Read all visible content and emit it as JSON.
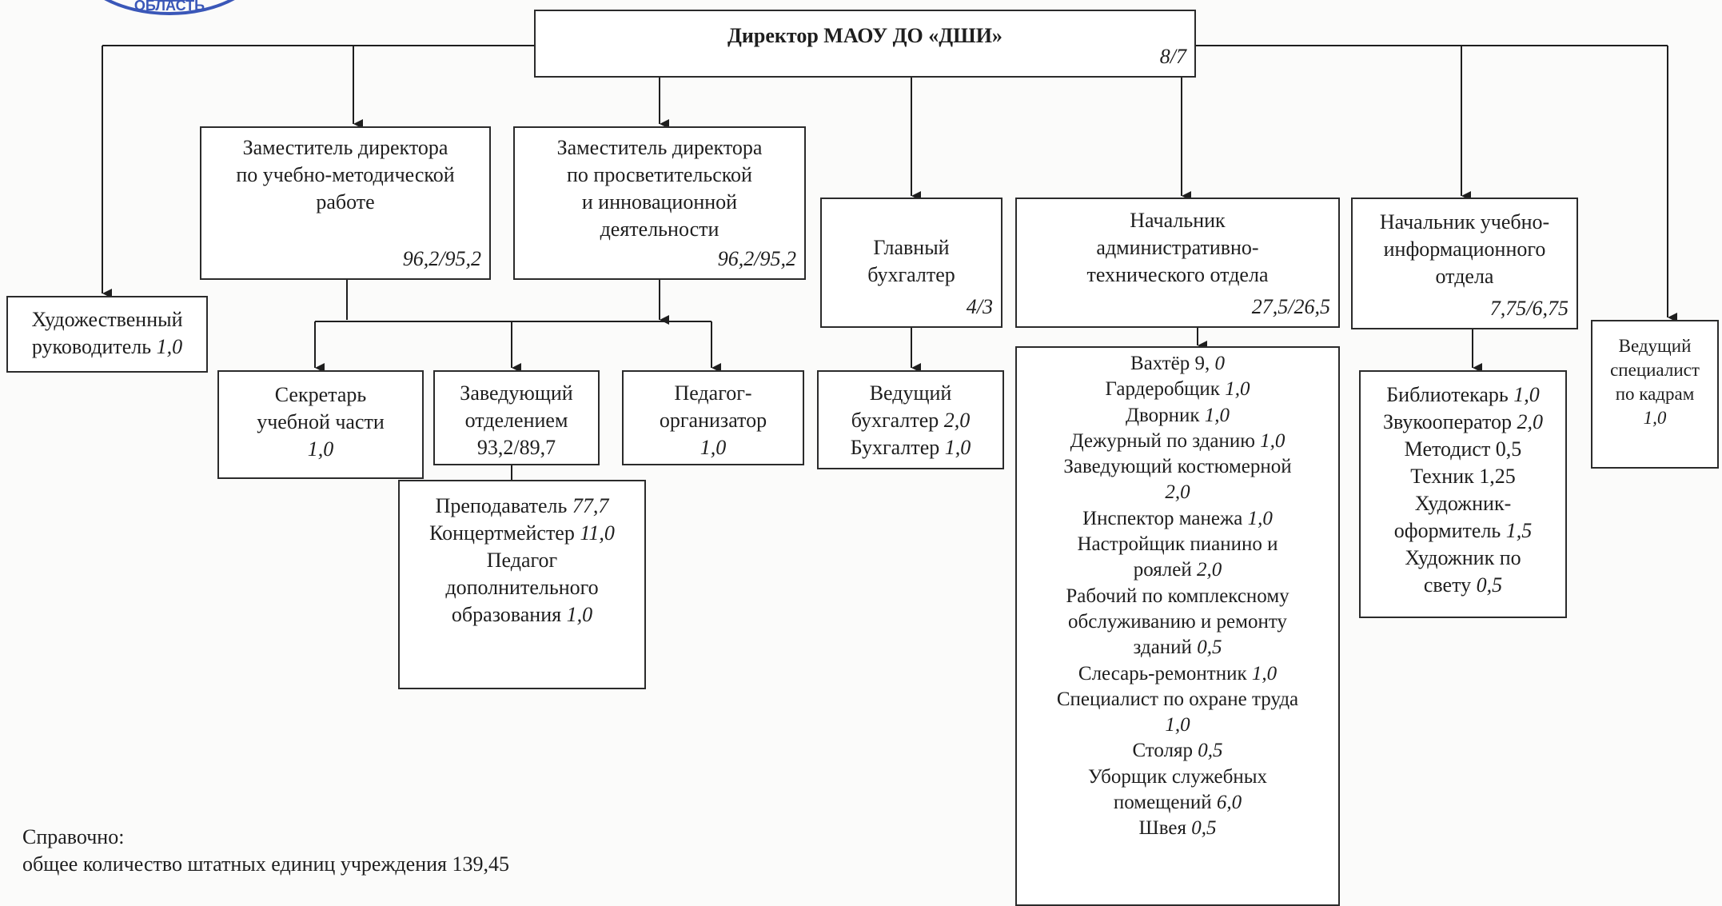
{
  "stamp": {
    "text": "ОБЛАСТЬ",
    "color": "#3a57b8"
  },
  "director": {
    "title": "Директор МАОУ ДО «ДШИ»",
    "num": "8/7"
  },
  "deputy_method": {
    "lines": [
      "Заместитель директора",
      "по учебно-методической",
      "работе"
    ],
    "num": "96,2/95,2"
  },
  "deputy_edu": {
    "lines": [
      "Заместитель директора",
      "по просветительской",
      "и инновационной",
      "деятельности"
    ],
    "num": "96,2/95,2"
  },
  "chief_accountant": {
    "lines": [
      "Главный",
      "бухгалтер"
    ],
    "num": "4/3"
  },
  "admin_head": {
    "lines": [
      "Начальник",
      "административно-",
      "технического отдела"
    ],
    "num": "27,5/26,5"
  },
  "info_head": {
    "lines": [
      "Начальник учебно-",
      "информационного",
      "отдела"
    ],
    "num": "7,75/6,75"
  },
  "art_director": {
    "label": "Художественный",
    "label2": "руководитель",
    "value": "1,0"
  },
  "hr_specialist": {
    "lines": [
      "Ведущий",
      "специалист",
      "по кадрам"
    ],
    "value": "1,0"
  },
  "secretary": {
    "lines": [
      "Секретарь",
      "учебной части"
    ],
    "value": "1,0"
  },
  "dept_head": {
    "lines": [
      "Заведующий",
      "отделением"
    ],
    "value": "93,2/89,7"
  },
  "organizer": {
    "lines": [
      "Педагог-",
      "организатор"
    ],
    "value": "1,0"
  },
  "teachers": {
    "items": [
      {
        "label": "Преподаватель",
        "value": "77,7"
      },
      {
        "label": "Концертмейстер",
        "value": "11,0"
      },
      {
        "label": "Педагог",
        "value": ""
      },
      {
        "label": "дополнительного",
        "value": ""
      },
      {
        "label": "образования",
        "value": "1,0"
      }
    ]
  },
  "accounting": {
    "items": [
      {
        "label": "Ведущий",
        "value": ""
      },
      {
        "label": "бухгалтер",
        "value": "2,0"
      },
      {
        "label": "Бухгалтер",
        "value": "1,0"
      }
    ]
  },
  "admin_staff": {
    "items": [
      {
        "label": "Вахтёр 9,",
        "value": "0"
      },
      {
        "label": "Гардеробщик",
        "value": "1,0"
      },
      {
        "label": "Дворник",
        "value": "1,0"
      },
      {
        "label": "Дежурный по зданию",
        "value": "1,0"
      },
      {
        "label": "Заведующий костюмерной",
        "value": ""
      },
      {
        "label": "",
        "value": "2,0"
      },
      {
        "label": "Инспектор манежа",
        "value": "1,0"
      },
      {
        "label": "Настройщик пианино и",
        "value": ""
      },
      {
        "label": "роялей",
        "value": "2,0"
      },
      {
        "label": "Рабочий по комплексному",
        "value": ""
      },
      {
        "label": "обслуживанию и ремонту",
        "value": ""
      },
      {
        "label": "зданий",
        "value": "0,5"
      },
      {
        "label": "Слесарь-ремонтник",
        "value": "1,0"
      },
      {
        "label": "Специалист по охране труда",
        "value": ""
      },
      {
        "label": "",
        "value": "1,0"
      },
      {
        "label": "Столяр",
        "value": "0,5"
      },
      {
        "label": "Уборщик служебных",
        "value": ""
      },
      {
        "label": "помещений",
        "value": "6,0"
      },
      {
        "label": "Швея",
        "value": "0,5"
      }
    ]
  },
  "info_staff": {
    "items": [
      {
        "label": "Библиотекарь",
        "value": "1,0"
      },
      {
        "label": "Звукооператор",
        "value": "2,0"
      },
      {
        "label": "Методист 0,5",
        "value": ""
      },
      {
        "label": "Техник 1,25",
        "value": ""
      },
      {
        "label": "Художник-",
        "value": ""
      },
      {
        "label": "оформитель",
        "value": "1,5"
      },
      {
        "label": "Художник по",
        "value": ""
      },
      {
        "label": "свету",
        "value": "0,5"
      }
    ]
  },
  "footnote": {
    "line1": "Справочно:",
    "line2": "общее количество штатных единиц учреждения 139,45"
  }
}
